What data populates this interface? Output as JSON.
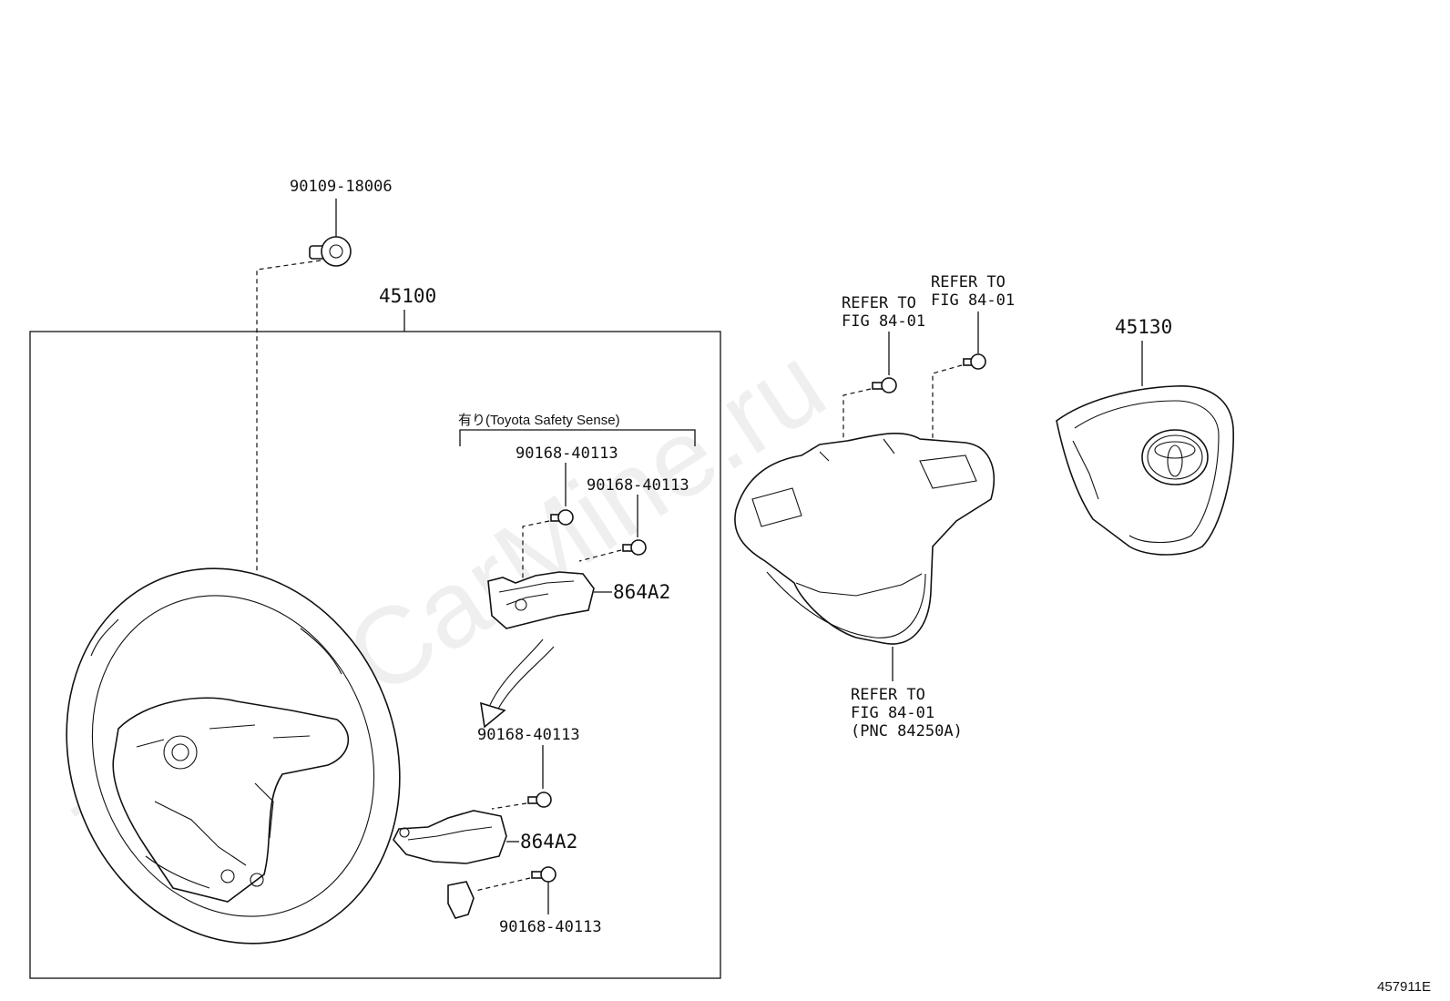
{
  "watermark": "ToyotaCarMine.ru",
  "figure_id": "457911E",
  "labels": {
    "bolt_top": "90109-18006",
    "steering_wheel_assy": "45100",
    "option_bracket": "有り(Toyota  Safety  Sense)",
    "screw_a": "90168-40113",
    "screw_b": "90168-40113",
    "switch_upper": "864A2",
    "screw_c": "90168-40113",
    "switch_lower": "864A2",
    "screw_d": "90168-40113",
    "refer_left_1": "REFER TO",
    "refer_left_2": "FIG 84-01",
    "refer_right_1": "REFER TO",
    "refer_right_2": "FIG 84-01",
    "refer_bottom_1": "REFER TO",
    "refer_bottom_2": "FIG 84-01",
    "refer_bottom_3": "(PNC 84250A)",
    "airbag": "45130"
  }
}
